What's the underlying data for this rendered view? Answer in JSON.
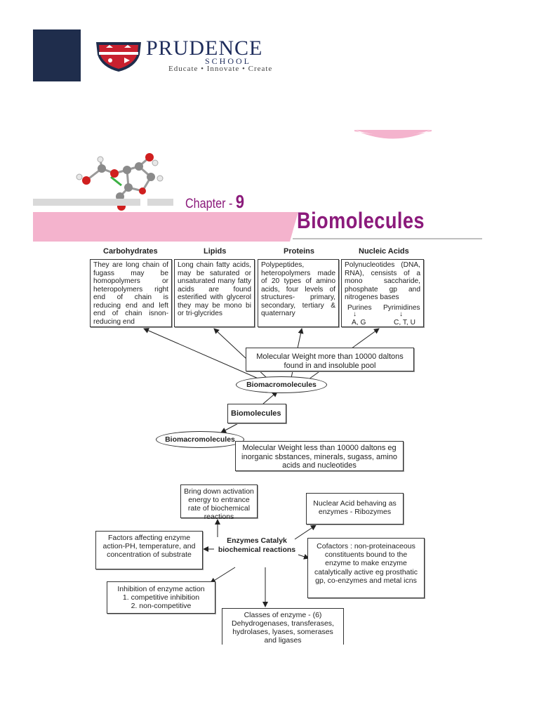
{
  "header": {
    "brand_name": "PRUDENCE",
    "brand_sub": "SCHOOL",
    "tagline": "Educate • Innovate • Create"
  },
  "chapter": {
    "label": "Chapter - ",
    "number": "9",
    "title": "Biomolecules"
  },
  "columns": [
    {
      "heading": "Carbohydrates",
      "text": "They are long chain of fugass may be homopolymers or heteropolymers right end of chain is reducing end and left end of chain isnon-reducing end"
    },
    {
      "heading": "Lipids",
      "text": "Long chain fatty acids, may be saturated or unsaturated many fatty acids are found esterified with glycerol they may be mono bi or tri-glycrides"
    },
    {
      "heading": "Proteins",
      "text": "Polypeptides, heteropolymers made of 20 types of amino acids, four levels of structures- primary, secondary, tertiary & quaternary"
    },
    {
      "heading": "Nucleic Acids",
      "text": "Polynucleotides (DNA, RNA), censists of a mono saccharide, phosphate gp and nitrogenes bases",
      "purines": "Purines",
      "pyrimidines": "Pyrimidines",
      "purine_bases": "A, G",
      "pyrimidine_bases": "C, T, U"
    }
  ],
  "flow": {
    "macro_weight": "Molecular Weight more than 10000 daltons found in and insoluble pool",
    "biomacromolecules_top": "Biomacromolecules",
    "biomolecules": "Biomolecules",
    "biomacromolecules_bottom": "Biomacromolecules",
    "micro_weight": "Molecular Weight less than 10000 daltons eg inorganic sbstances, minerals, sugass, amino acids and nucleotides"
  },
  "enzymes": {
    "center": "Enzymes Catalyk biochemical reactions",
    "activation": "Bring down activation energy to entrance rate of biochemical reactions",
    "ribozymes": "Nuclear Acid behaving as enzymes - Ribozymes",
    "factors": "Factors affecting enzyme action-PH, temperature, and concentration of substrate",
    "cofactors": "Cofactors : non-proteinaceous constituents bound to the enzyme to make enzyme catalytically active eg prosthatic gp, co-enzymes and metal icns",
    "inhibition_title": "Inhibition of enzyme action",
    "inhibition_1": "1. competitive inhibition",
    "inhibition_2": "2. non-competitive",
    "classes": "Classes of enzyme - (6) Dehydrogenases, transferases, hydrolases, lyases, somerases and ligases"
  },
  "colors": {
    "brand_navy": "#1f2d4c",
    "accent_purple": "#8b1a7b",
    "band_pink": "#f4b3cd"
  }
}
